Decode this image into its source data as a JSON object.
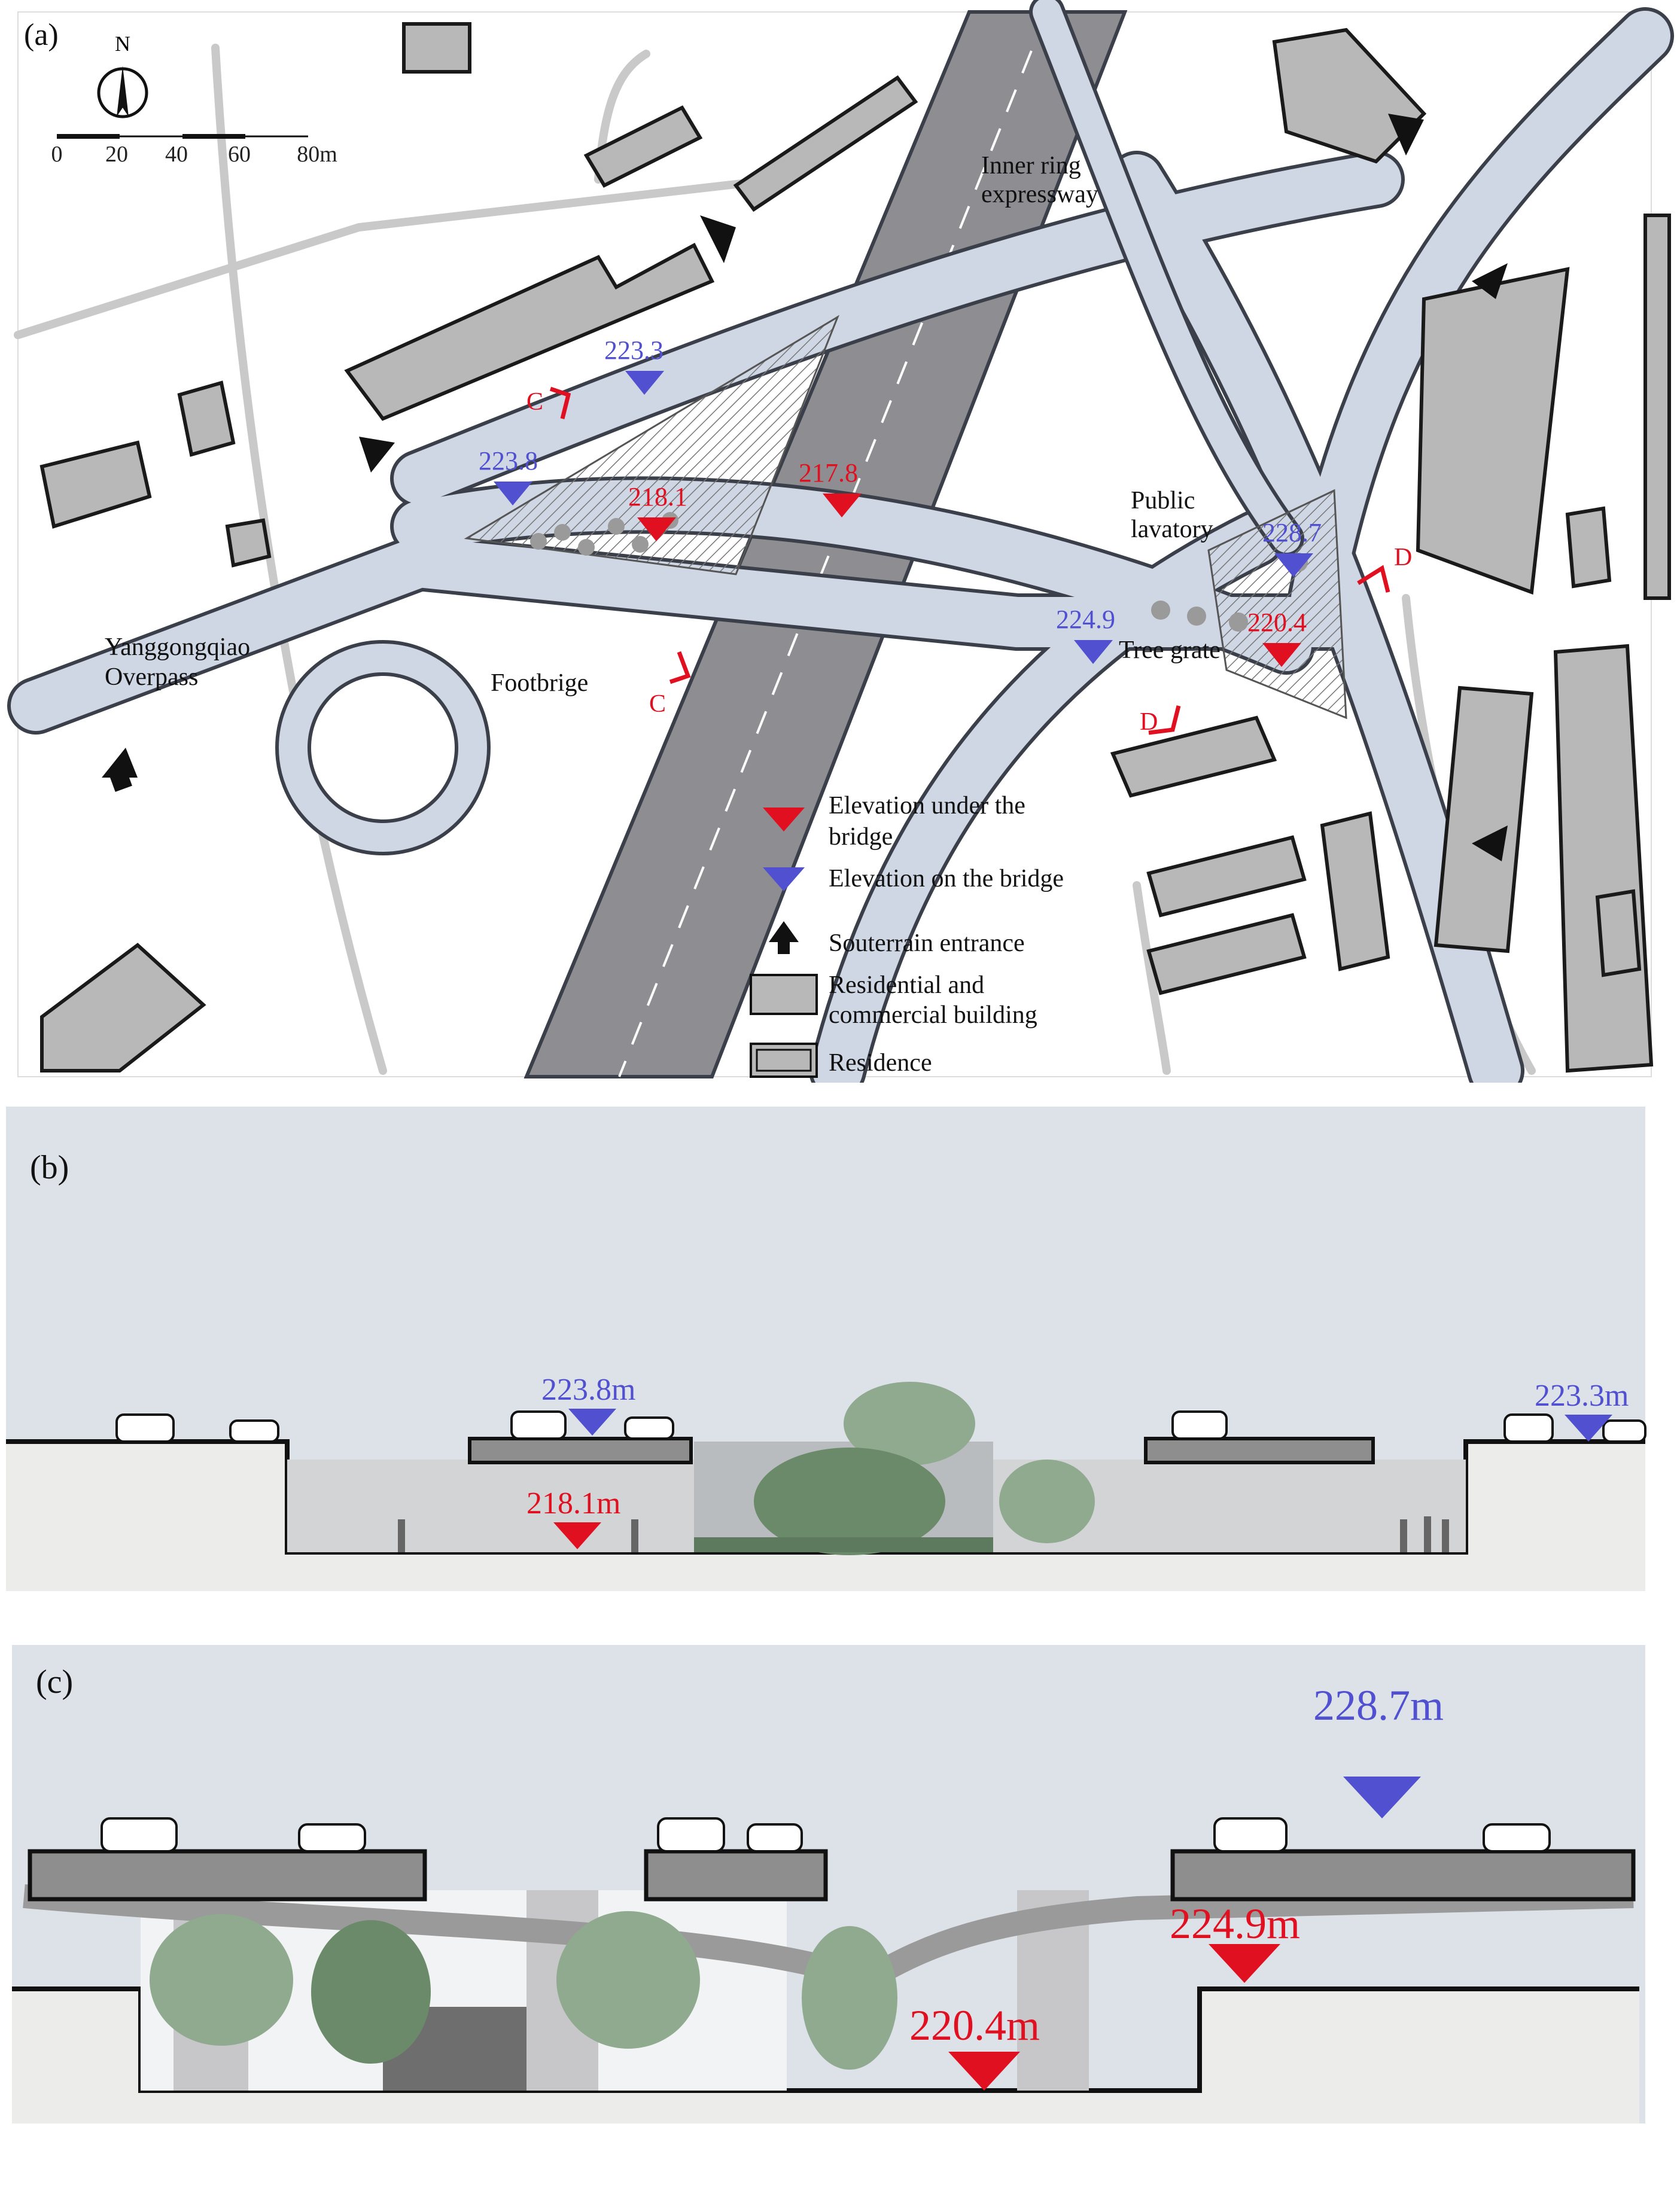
{
  "panel_a": {
    "panel_label": "(a)",
    "compass_letter": "N",
    "scale": [
      "0",
      "20",
      "40",
      "60",
      "80m"
    ],
    "expressway_label": [
      "Inner ring",
      "expressway"
    ],
    "overpass_label": [
      "Yanggongqiao",
      "Overpass"
    ],
    "footbridge_label": "Footbrige",
    "lavatory_label": [
      "Public",
      "lavatory"
    ],
    "tree_grate_label": "Tree grate",
    "section_letters": {
      "c": "C",
      "d": "D"
    },
    "elevations_on_bridge": [
      "223.3",
      "223.8",
      "228.7",
      "224.9"
    ],
    "elevations_under_bridge": [
      "218.1",
      "217.8",
      "220.4"
    ],
    "legend": {
      "under_bridge": [
        "Elevation under the",
        "bridge"
      ],
      "on_bridge": "Elevation on the bridge",
      "souterrain": "Souterrain entrance",
      "commercial": [
        "Residential and",
        "commercial building"
      ],
      "residence": "Residence"
    }
  },
  "panel_b": {
    "panel_label": "(b)",
    "elev_left_bridge": "223.8m",
    "elev_right_bridge": "223.3m",
    "elev_under": "218.1m"
  },
  "panel_c": {
    "panel_label": "(c)",
    "elev_bridge": "228.7m",
    "elev_ground_right": "224.9m",
    "elev_under": "220.4m"
  },
  "colors": {
    "road": "#cfd6e4",
    "road_edge": "#3a3f4a",
    "building": "#b8b8b8",
    "elev_on_bridge": "#5050d0",
    "elev_under_bridge": "#e01020",
    "sky": "#dde2e8",
    "ground": "#ececea"
  }
}
